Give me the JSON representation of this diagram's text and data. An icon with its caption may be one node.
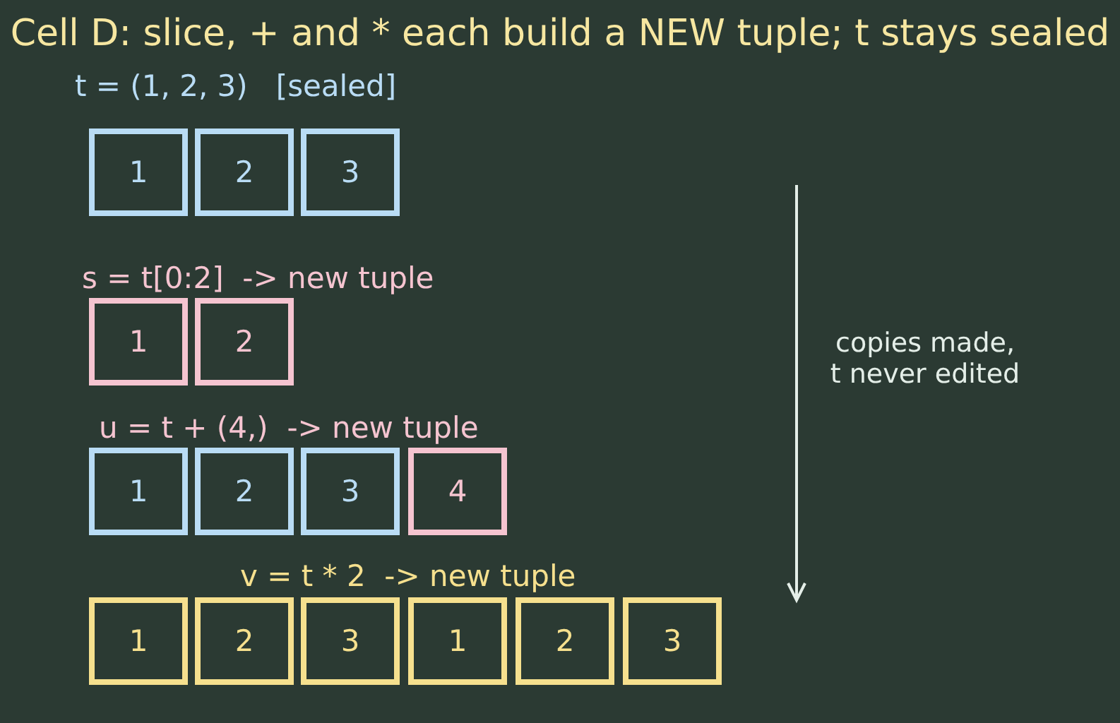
{
  "diagram": {
    "title": "Cell D: slice, + and * each build a NEW tuple; t stays sealed",
    "nodes": [
      {
        "text": [
          "1"
        ]
      },
      {
        "text": [
          "2"
        ]
      },
      {
        "text": [
          "3"
        ]
      },
      {
        "text": [
          "1"
        ]
      },
      {
        "text": [
          "2"
        ]
      },
      {
        "text": [
          "1"
        ]
      },
      {
        "text": [
          "2"
        ]
      },
      {
        "text": [
          "3"
        ]
      },
      {
        "text": [
          "4"
        ]
      },
      {
        "text": [
          "1"
        ]
      },
      {
        "text": [
          "2"
        ]
      },
      {
        "text": [
          "3"
        ]
      },
      {
        "text": [
          "1"
        ]
      },
      {
        "text": [
          "2"
        ]
      },
      {
        "text": [
          "3"
        ]
      }
    ],
    "labels": [
      "t = (1, 2, 3)   [sealed]",
      "s = t[0:2]  -> new tuple",
      "copies made, t never edited",
      "u = t + (4,)  -> new tuple",
      "v = t * 2  -> new tuple"
    ]
  }
}
